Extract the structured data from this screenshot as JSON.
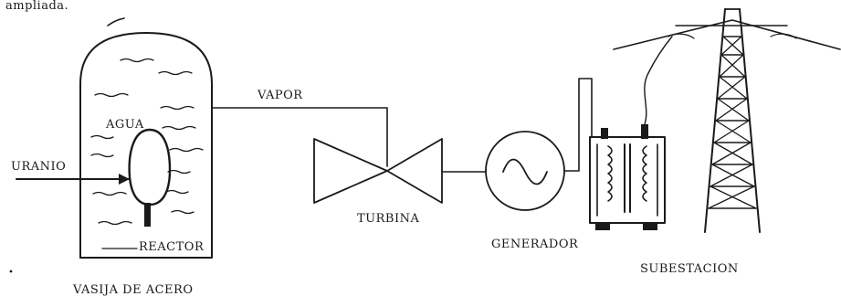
{
  "header_fragment": "ampliada.",
  "labels": {
    "agua": "AGUA",
    "uranio": "URANIO",
    "reactor": "REACTOR",
    "vasija": "VASIJA DE ACERO",
    "vapor": "VAPOR",
    "turbina": "TURBINA",
    "generador": "GENERADOR",
    "subestacion": "SUBESTACION"
  }
}
